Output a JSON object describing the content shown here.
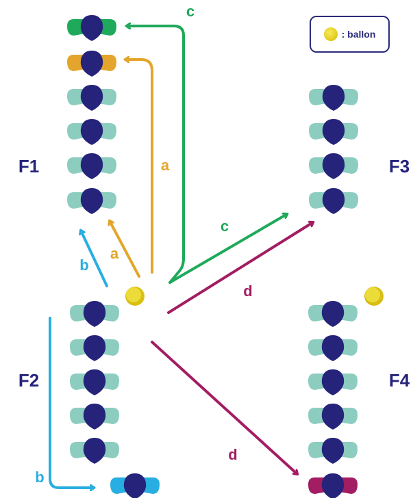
{
  "colors": {
    "navy": "#25237a",
    "teal": "#8ccdc0",
    "green": "#1fa95a",
    "orange": "#e3a52b",
    "blue": "#29aee2",
    "magenta": "#a31d63",
    "ball": "#e6d11f"
  },
  "legend": {
    "text": ": ballon",
    "icon": "ball-icon"
  },
  "groups": {
    "f1": {
      "label": "F1"
    },
    "f2": {
      "label": "F2"
    },
    "f3": {
      "label": "F3"
    },
    "f4": {
      "label": "F4"
    }
  },
  "arrows": {
    "a_short": "a",
    "a_long": "a",
    "b_short": "b",
    "b_long": "b",
    "c_top": "c",
    "c_right": "c",
    "d_right": "d",
    "d_bottom": "d"
  }
}
